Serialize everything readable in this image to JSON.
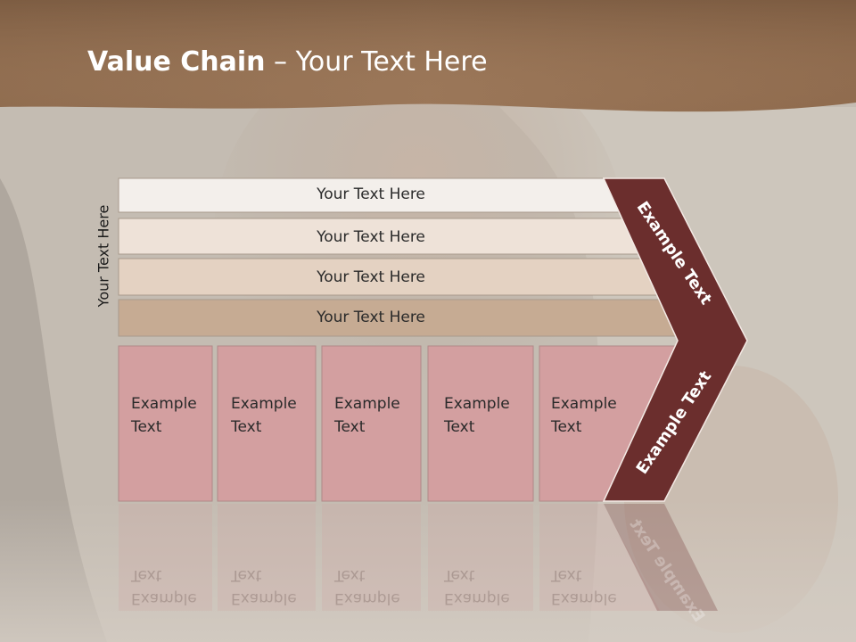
{
  "slide": {
    "title_bold": "Value Chain",
    "title_rest": " – Your Text Here",
    "side_label": "Your Text Here"
  },
  "bands": [
    {
      "label": "Your Text Here",
      "fill": "#f3efeb"
    },
    {
      "label": "Your Text Here",
      "fill": "#eee2d8"
    },
    {
      "label": "Your Text Here",
      "fill": "#e4d2c2"
    },
    {
      "label": "Your Text Here",
      "fill": "#c6ab93"
    }
  ],
  "cells": [
    {
      "line1": "Example",
      "line2": "Text"
    },
    {
      "line1": "Example",
      "line2": "Text"
    },
    {
      "line1": "Example",
      "line2": "Text"
    },
    {
      "line1": "Example",
      "line2": "Text"
    },
    {
      "line1": "Example",
      "line2": "Text"
    }
  ],
  "chevron": {
    "upper_label": "Example Text",
    "lower_label": "Example Text",
    "fill": "#6b2e2d"
  },
  "colors": {
    "header": "#a07a5c",
    "cell_fill": "#d39fa0",
    "cell_border": "#b08888"
  }
}
